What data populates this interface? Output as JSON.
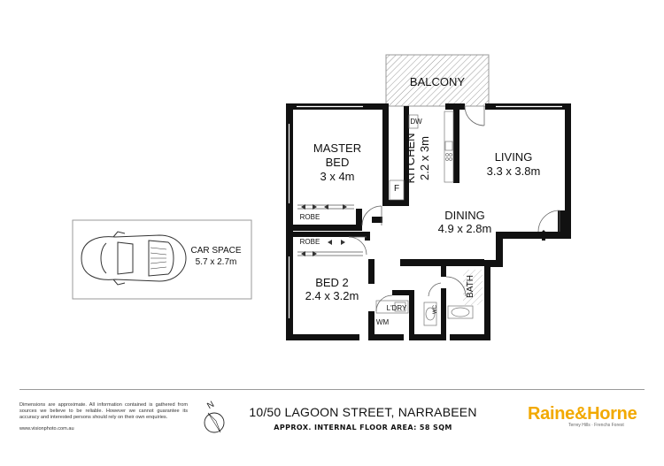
{
  "rooms": {
    "balcony": "BALCONY",
    "master_bed_name_1": "MASTER",
    "master_bed_name_2": "BED",
    "master_bed_dim": "3 x 4m",
    "kitchen_name": "KITCHEN",
    "kitchen_dim": "2.2 x 3m",
    "living_name": "LIVING",
    "living_dim": "3.3 x 3.8m",
    "dining_name": "DINING",
    "dining_dim": "4.9 x 2.8m",
    "bed2_name": "BED 2",
    "bed2_dim": "2.4 x 3.2m",
    "bath": "BATH",
    "laundry": "L'DRY",
    "car_space_name": "CAR SPACE",
    "car_space_dim": "5.7 x 2.7m"
  },
  "fixtures": {
    "dw": "DW",
    "fridge": "F",
    "robe_1": "ROBE",
    "robe_2": "ROBE",
    "wm": "WM",
    "wc": "WC"
  },
  "footer": {
    "disclaimer": "Dimensions are approximate. All information contained is gathered from sources we believe to be reliable. However we cannot guarantee its accuracy and interested persons should rely on their own enquiries.",
    "website": "www.visionphoto.com.au",
    "address": "10/50 LAGOON STREET, NARRABEEN",
    "area": "APPROX. INTERNAL FLOOR AREA: 58 SQM",
    "brand": "Raine&Horne",
    "brand_sub": "Terrey Hills · Frenchs Forest",
    "compass_letter": "N"
  },
  "colors": {
    "wall": "#111111",
    "balcony_hatch": "#9a9a9a",
    "brand": "#f2a900"
  }
}
